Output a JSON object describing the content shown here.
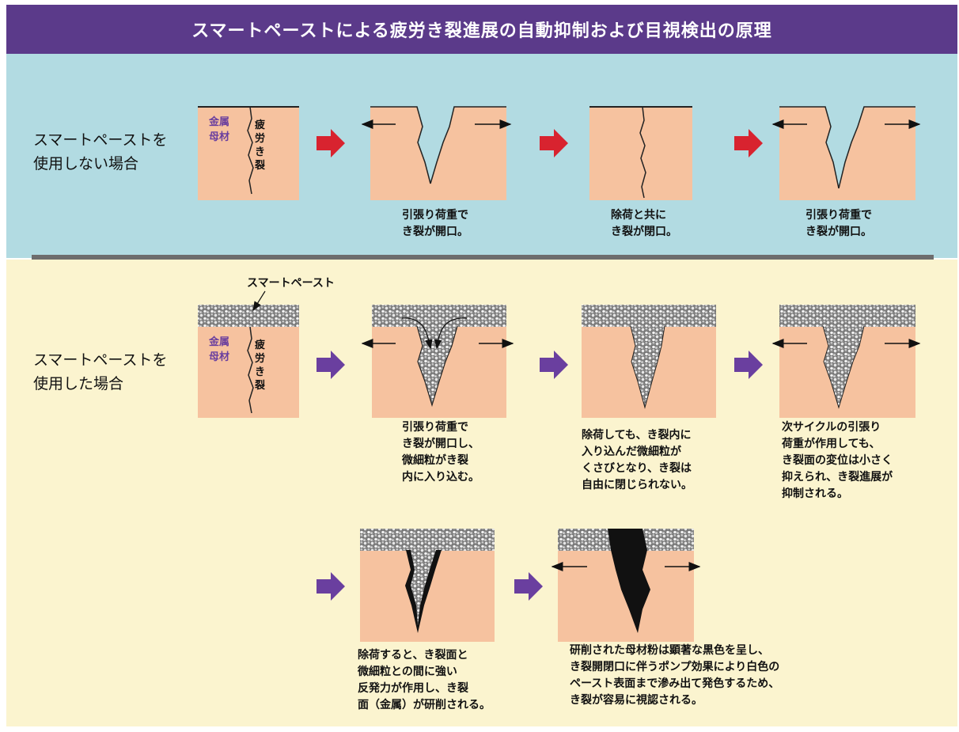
{
  "title": "スマートペーストによる疲労き裂進展の自動抑制および目視検出の原理",
  "section_without": {
    "label": "スマートペーストを\n使用しない場合",
    "captions": [
      "引張り荷重で\nき裂が開口。",
      "除荷と共に\nき裂が閉口。",
      "引張り荷重で\nき裂が開口。"
    ]
  },
  "section_with": {
    "label": "スマートペーストを\n使用した場合",
    "paste_callout": "スマートペースト",
    "captions": [
      "引張り荷重で\nき裂が開口し、\n微細粒がき裂\n内に入り込む。",
      "除荷しても、き裂内に\n入り込んだ微細粒が\nくさびとなり、き裂は\n自由に閉じられない。",
      "次サイクルの引張り\n荷重が作用しても、\nき裂面の変位は小さく\n抑えられ、き裂進展が\n抑制される。",
      "除荷すると、き裂面と\n微細粒との間に強い\n反発力が作用し、き裂\n面（金属）が研削される。",
      "研削された母材粉は顕著な黒色を呈し、\nき裂開閉口に伴うポンプ効果により白色の\nペースト表面まで滲み出て発色するため、\nき裂が容易に視認される。"
    ]
  },
  "block_labels": {
    "metal": "金属\n母材",
    "crack": "疲労き裂"
  },
  "colors": {
    "title_bg": "#5b3a8a",
    "top_panel": "#b2dbe2",
    "bottom_panel": "#fbf4cf",
    "metal": "#f6c29f",
    "arrow_red": "#d8232f",
    "arrow_purple": "#6a3f9f"
  }
}
